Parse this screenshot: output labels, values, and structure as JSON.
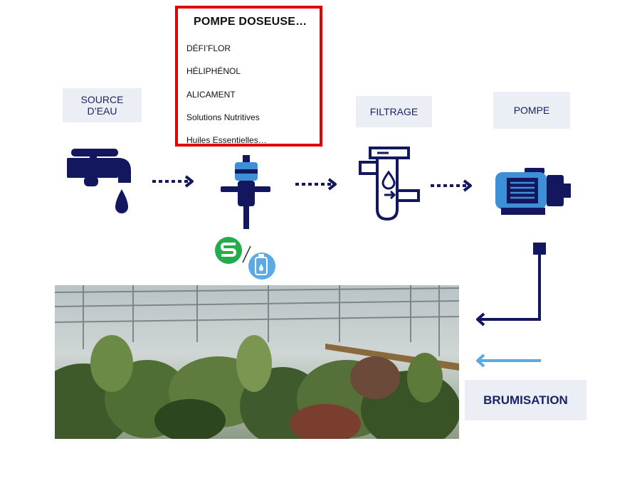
{
  "labels": {
    "source": "SOURCE\nD’EAU",
    "filtrage": "FILTRAGE",
    "pompe": "POMPE",
    "brumisation": "BRUMISATION"
  },
  "dropdown": {
    "title": "POMPE DOSEUSE…",
    "items": [
      "DÉFI’FLOR",
      "HÉLIPHÉNOL",
      "ALICAMENT",
      "Solutions Nutritives",
      "Huiles Essentielles…"
    ]
  },
  "colors": {
    "navy": "#12175e",
    "accent_blue": "#3d8fd6",
    "light_blue": "#5aaae6",
    "green": "#1fae4b",
    "label_bg": "#eceef6",
    "highlight_red": "#e00000"
  },
  "icons": [
    "water-tap-icon",
    "dosing-pump-icon",
    "filter-icon",
    "pump-motor-icon",
    "green-s-logo-icon",
    "oil-bottle-icon"
  ]
}
